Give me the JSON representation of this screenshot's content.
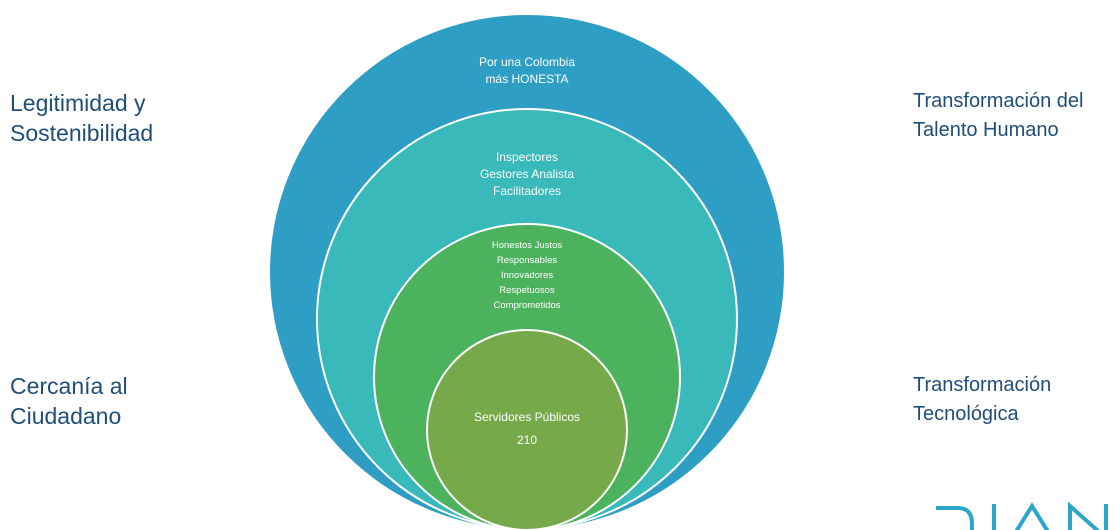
{
  "labels": {
    "top_left": "Legitimidad  y\nSostenibilidad",
    "bottom_left": "Cercanía al\nCiudadano",
    "top_right": "Transformación del\nTalento Humano",
    "bottom_right": "Transformación\nTecnológica"
  },
  "rings": [
    {
      "lines": [
        "Por una Colombia",
        "más HONESTA"
      ],
      "fill": "#2e9ec4"
    },
    {
      "lines": [
        "Inspectores",
        "Gestores Analista",
        "Facilitadores"
      ],
      "fill": "#39b9b9"
    },
    {
      "lines": [
        "Honestos Justos",
        "Responsables",
        "Innovadores",
        "Respetuosos",
        "Comprometidos"
      ],
      "fill": "#4db25e"
    },
    {
      "lines": [
        "Servidores  Públicos",
        "210"
      ],
      "fill": "#76a94a"
    }
  ],
  "colors": {
    "label_text": "#1f4e79",
    "logo": "#2aa7c9",
    "ring_stroke": "#ffffff"
  },
  "logo": {
    "icon": "dian-logo"
  }
}
